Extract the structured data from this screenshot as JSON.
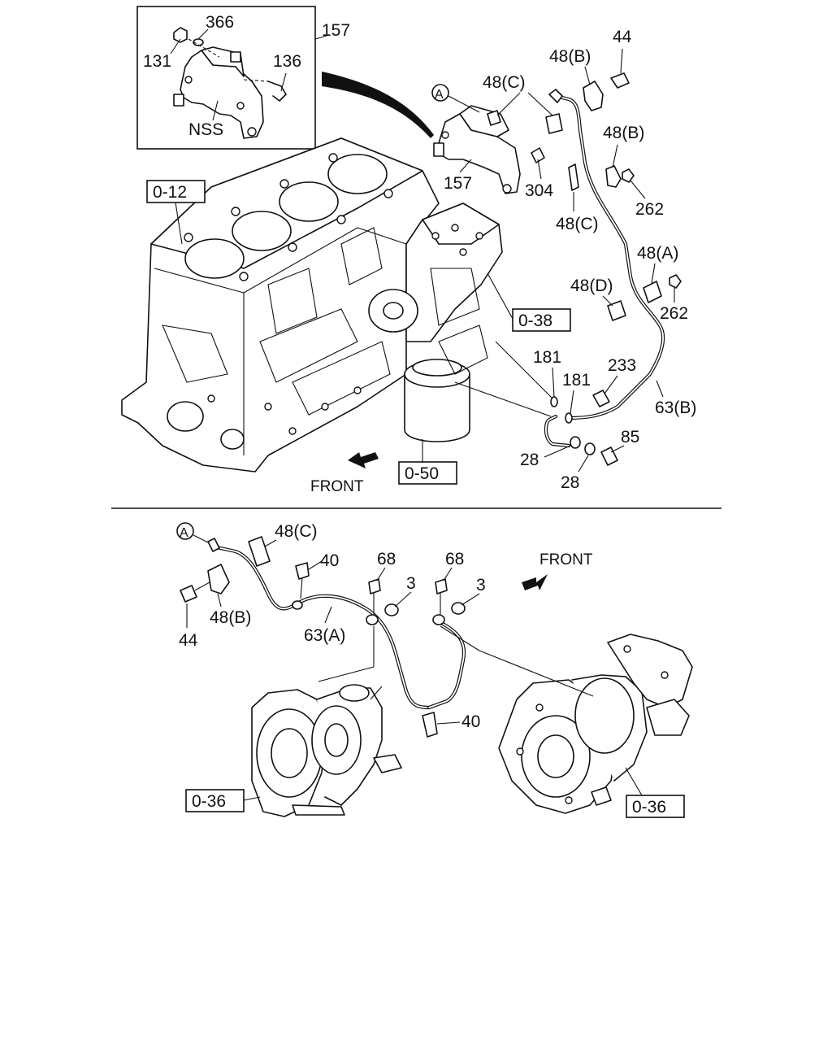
{
  "labels": {
    "inset_366": "366",
    "inset_157": "157",
    "inset_131": "131",
    "inset_136": "136",
    "inset_nss": "NSS",
    "ref_a_top": "A",
    "l_48c_top": "48(C)",
    "l_48b_top": "48(B)",
    "l_44_top": "44",
    "l_48b_mid": "48(B)",
    "l_157_main": "157",
    "l_304": "304",
    "l_262_a": "262",
    "l_48c_mid": "48(C)",
    "box_012": "0-12",
    "l_48a": "48(A)",
    "l_48d": "48(D)",
    "l_262_b": "262",
    "box_038": "0-38",
    "l_181_a": "181",
    "l_181_b": "181",
    "l_233": "233",
    "l_63b": "63(B)",
    "l_85": "85",
    "l_28_a": "28",
    "l_28_b": "28",
    "box_050": "0-50",
    "front_top": "FRONT",
    "ref_a_bottom": "A",
    "l_48c_bottom": "48(C)",
    "l_40_a": "40",
    "l_68_a": "68",
    "l_68_b": "68",
    "l_3_a": "3",
    "l_3_b": "3",
    "front_bottom": "FRONT",
    "l_44_bottom": "44",
    "l_48b_bottom": "48(B)",
    "l_63a": "63(A)",
    "l_40_b": "40",
    "box_036_a": "0-36",
    "box_036_b": "0-36"
  }
}
